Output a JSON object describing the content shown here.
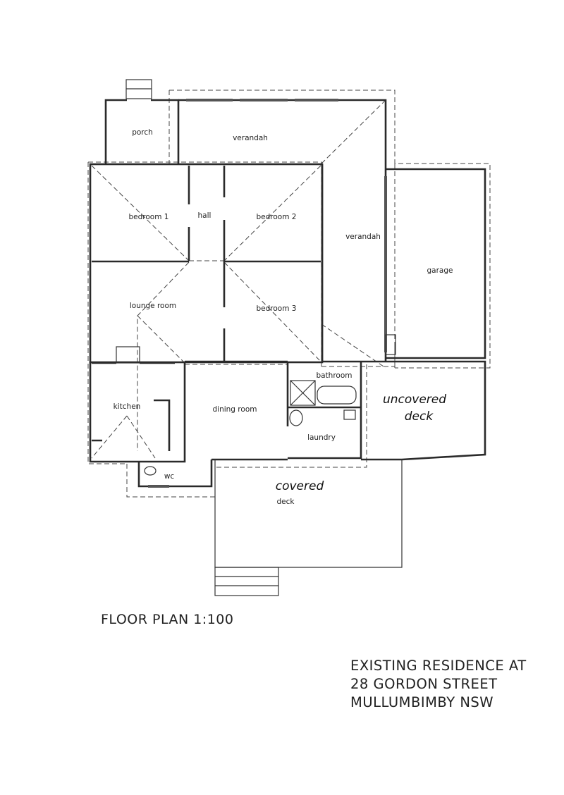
{
  "rooms": {
    "porch": "porch",
    "verandah_top": "verandah",
    "bedroom1": "bedroom 1",
    "hall": "hall",
    "bedroom2": "bedroom 2",
    "verandah_side": "verandah",
    "garage": "garage",
    "lounge": "lounge room",
    "bedroom3": "bedroom 3",
    "bathroom": "bathroom",
    "kitchen": "kitchen",
    "dining": "dining room",
    "laundry": "laundry",
    "wc": "wc",
    "deck": "deck"
  },
  "handwritten": {
    "uncovered_line1": "uncovered",
    "uncovered_line2": "deck",
    "covered": "covered"
  },
  "plan_title": "FLOOR PLAN 1:100",
  "address": {
    "line1": "EXISTING RESIDENCE AT",
    "line2": "28 GORDON STREET",
    "line3": "MULLUMBIMBY NSW"
  }
}
